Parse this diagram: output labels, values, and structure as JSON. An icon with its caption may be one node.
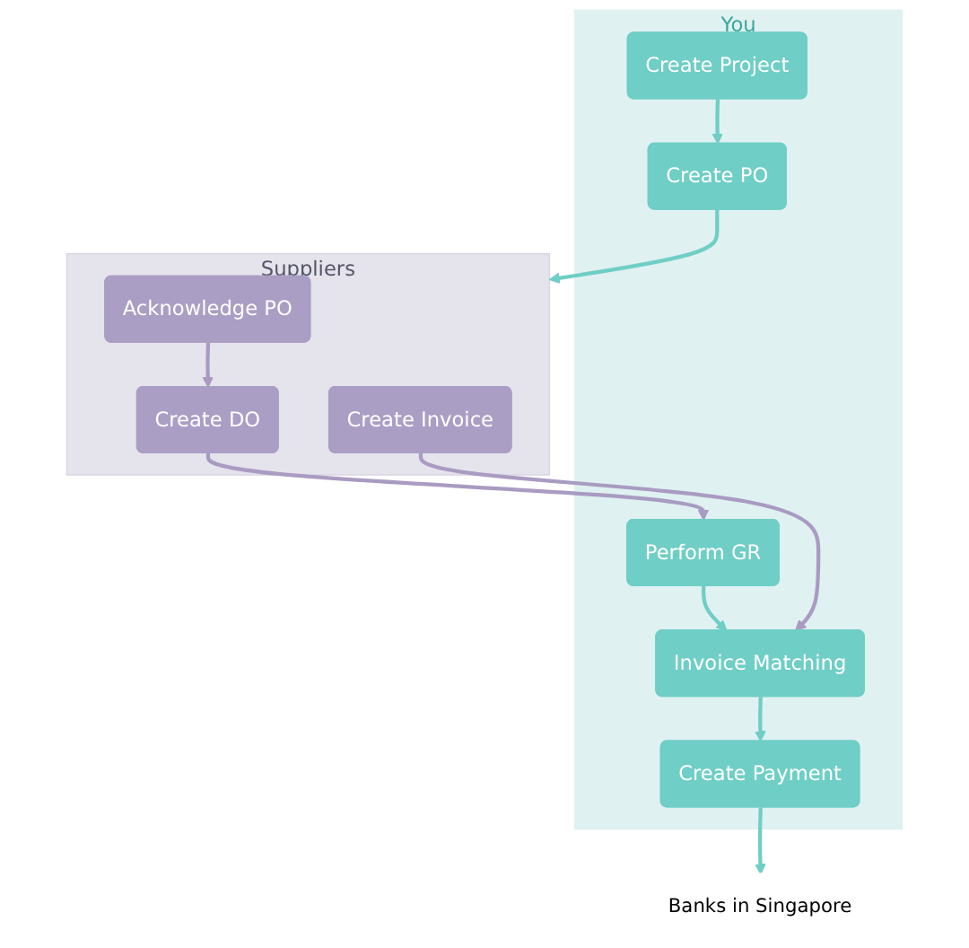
{
  "diagram": {
    "nodes": [
      {
        "text": [
          "You"
        ]
      },
      {
        "text": [
          "Create Project"
        ],
        "in": 0
      },
      {
        "text": [
          "Create PO"
        ],
        "in": 0
      },
      {
        "text": [
          "Perform GR"
        ],
        "in": 0
      },
      {
        "text": [
          "Invoice Matching"
        ],
        "in": 0
      },
      {
        "text": [
          "Create Payment"
        ],
        "in": 0
      },
      {
        "text": [
          "Suppliers"
        ]
      },
      {
        "text": [
          "Acknowledge PO"
        ],
        "in": 6
      },
      {
        "text": [
          "Create DO"
        ],
        "in": 6
      },
      {
        "text": [
          "Create Invoice"
        ],
        "in": 6
      },
      {
        "text": [
          "Banks in Singapore"
        ]
      }
    ],
    "edges": [
      {
        "from": 1,
        "to": 2,
        "arrow": "to"
      },
      {
        "from": 2,
        "to": 6,
        "arrow": "to"
      },
      {
        "from": 7,
        "to": 8,
        "arrow": "to",
        "color": "#a99bc2"
      },
      {
        "from": 8,
        "to": 3,
        "arrow": "to",
        "color": "#a99bc2"
      },
      {
        "from": 3,
        "to": 4,
        "arrow": "to"
      },
      {
        "from": 9,
        "to": 4,
        "arrow": "to",
        "color": "#a99bc2"
      },
      {
        "from": 4,
        "to": 5,
        "arrow": "to"
      },
      {
        "from": 5,
        "to": 10,
        "arrow": "to"
      }
    ]
  }
}
